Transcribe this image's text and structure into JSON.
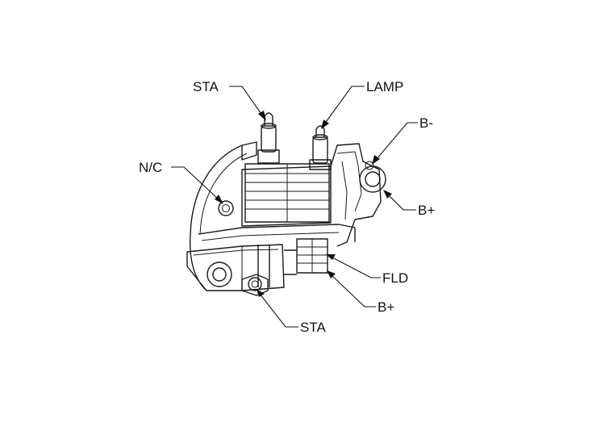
{
  "labels": {
    "sta_top": "STA",
    "lamp": "LAMP",
    "b_minus": "B-",
    "nc": "N/C",
    "b_plus_right": "B+",
    "fld": "FLD",
    "b_plus_bottom": "B+",
    "sta_bottom": "STA"
  }
}
